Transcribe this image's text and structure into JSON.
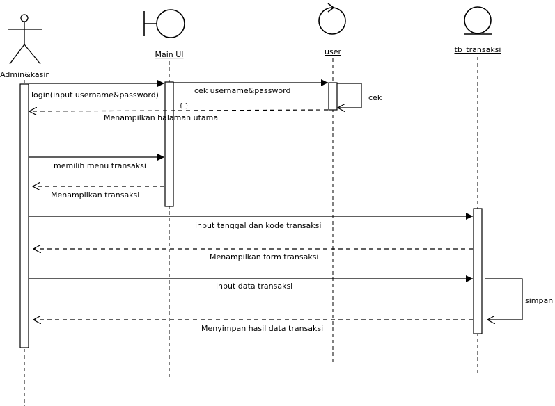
{
  "participants": [
    {
      "id": "admin",
      "label": "Admin&kasir",
      "kind": "actor"
    },
    {
      "id": "mainui",
      "label": "Main UI",
      "kind": "boundary"
    },
    {
      "id": "user",
      "label": "user",
      "kind": "control"
    },
    {
      "id": "tb",
      "label": "tb_transaksi",
      "kind": "entity"
    }
  ],
  "messages": [
    {
      "label": "login(input username&password)",
      "type": "sync"
    },
    {
      "label": "cek username&password",
      "type": "sync"
    },
    {
      "label": "cek",
      "type": "self"
    },
    {
      "label": "{ }",
      "type": "guard"
    },
    {
      "label": "Menampilkan halaman utama",
      "type": "return"
    },
    {
      "label": "memilih menu transaksi",
      "type": "sync"
    },
    {
      "label": "Menampilkan transaksi",
      "type": "return"
    },
    {
      "label": "input tanggal dan kode transaksi",
      "type": "sync"
    },
    {
      "label": "Menampilkan form transaksi",
      "type": "return"
    },
    {
      "label": "input data transaksi",
      "type": "sync"
    },
    {
      "label": "simpan",
      "type": "self"
    },
    {
      "label": "Menyimpan hasil data transaksi",
      "type": "return"
    }
  ]
}
